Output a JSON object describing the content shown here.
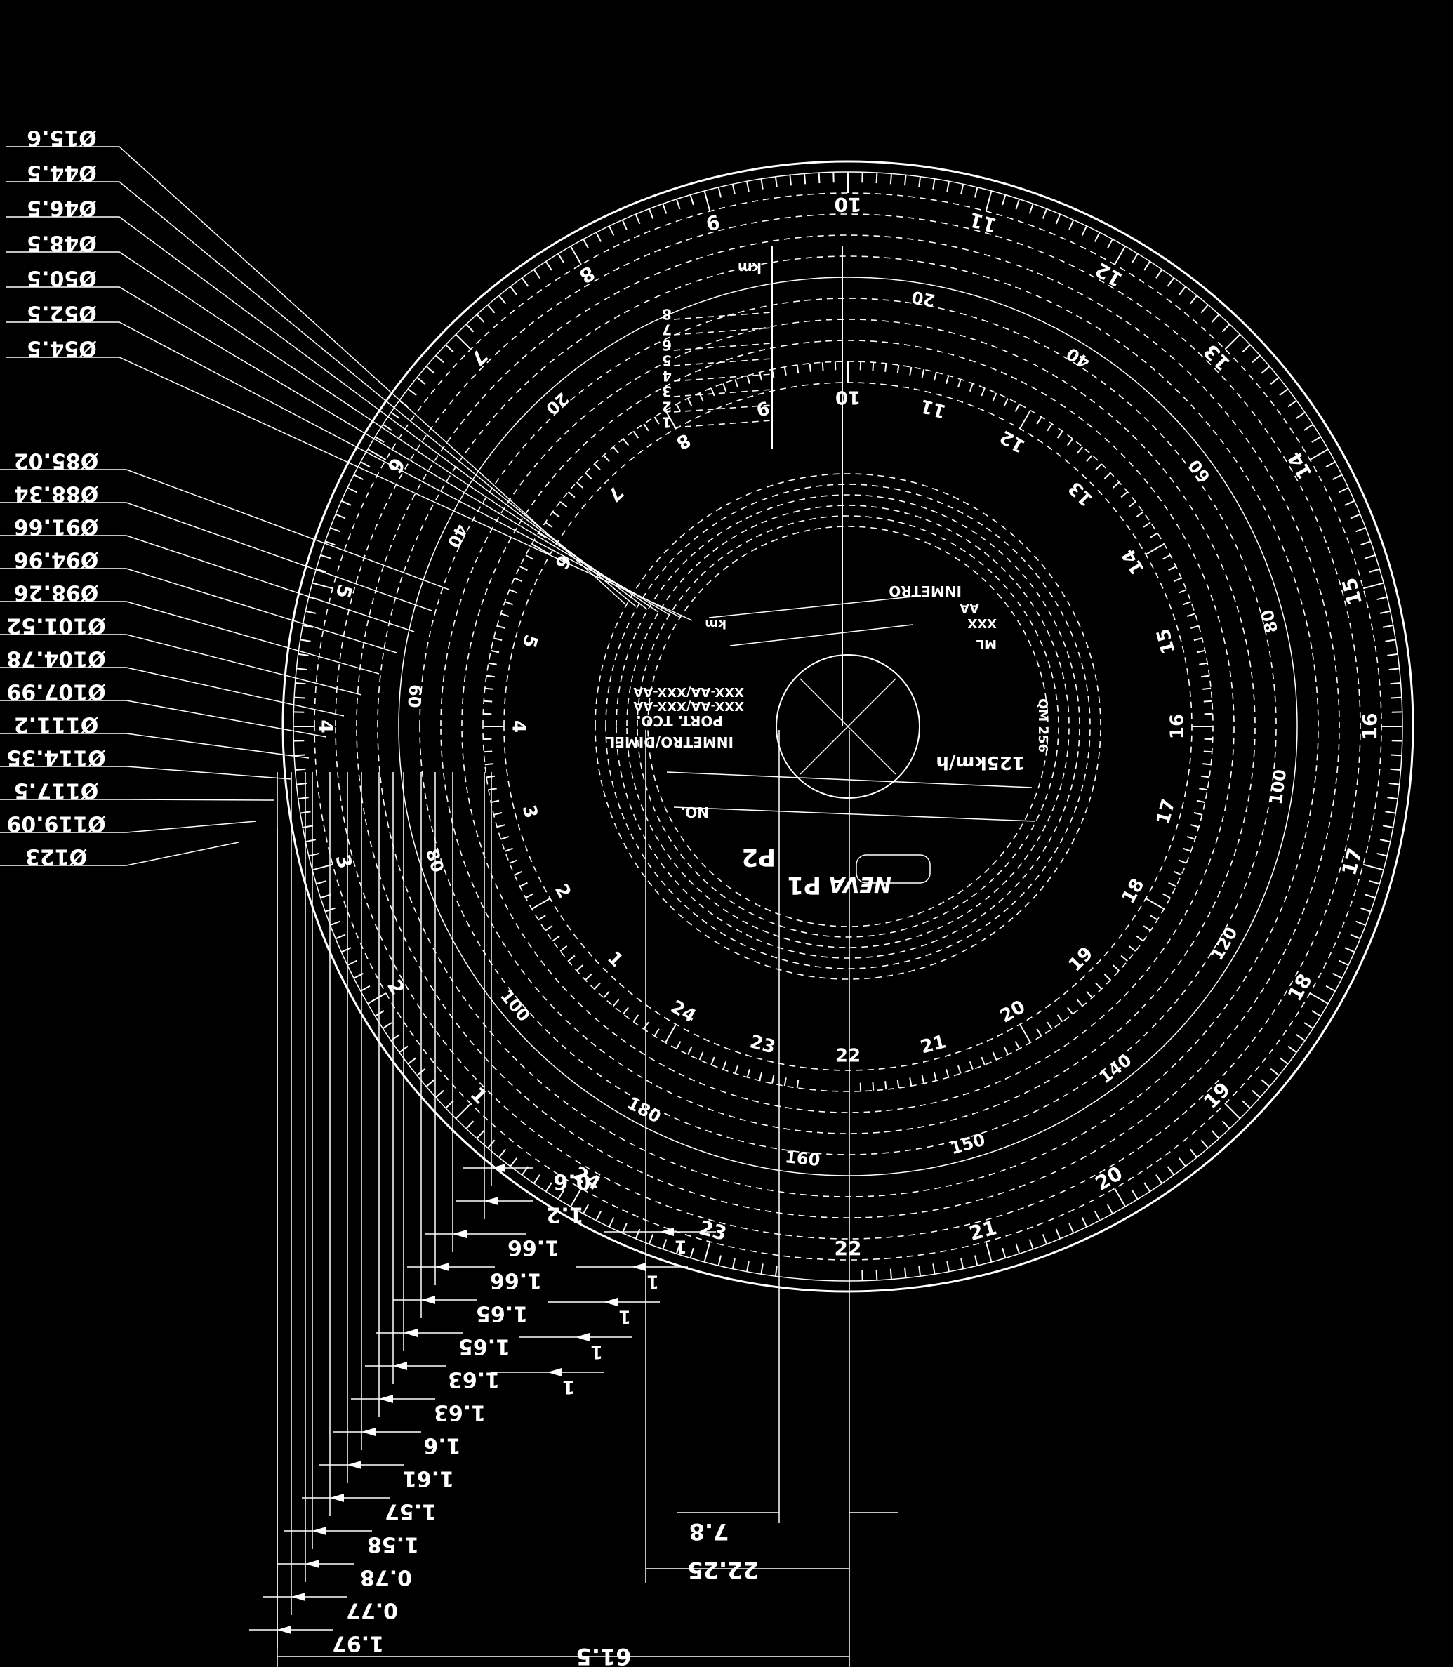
{
  "diameter_callouts": {
    "group1": [
      "Ø15.6",
      "Ø44.5",
      "Ø46.5",
      "Ø48.5",
      "Ø50.5",
      "Ø52.5",
      "Ø54.5"
    ],
    "group2": [
      "Ø85.02",
      "Ø88.34",
      "Ø91.66",
      "Ø94.96",
      "Ø98.26",
      "Ø101.52",
      "Ø104.78",
      "Ø107.99",
      "Ø111.2",
      "Ø114.35",
      "Ø117.5",
      "Ø119.09",
      "Ø123"
    ]
  },
  "dimensions": {
    "left_stack": [
      "0.6",
      "1.2",
      "1.66",
      "1.66",
      "1.65",
      "1.65",
      "1.63",
      "1.63",
      "1.6",
      "1.61",
      "1.57",
      "1.58",
      "0.78",
      "0.77",
      "1.97"
    ],
    "right_small": [
      "1",
      "1",
      "1",
      "1",
      "1"
    ],
    "right_stack": [
      "7.8",
      "22.25"
    ],
    "overall": "61.5"
  },
  "dial": {
    "hours_outer": [
      "10",
      "11",
      "12",
      "13",
      "14",
      "15",
      "16",
      "17",
      "18",
      "19",
      "20",
      "21",
      "22",
      "23",
      "24",
      "1",
      "2",
      "3",
      "4",
      "5",
      "6",
      "7",
      "8",
      "9"
    ],
    "hours_inner": [
      "10",
      "11",
      "12",
      "13",
      "14",
      "15",
      "16",
      "17",
      "18",
      "19",
      "20",
      "21",
      "22",
      "23",
      "24",
      "1",
      "2",
      "3",
      "4",
      "5",
      "6",
      "7",
      "8",
      "9"
    ],
    "speed_labels": [
      "20",
      "40",
      "60",
      "80",
      "100",
      "120",
      "140",
      "150",
      "160",
      "180",
      "100",
      "80",
      "60",
      "40",
      "20"
    ],
    "speed_unit": "km/h",
    "km_unit": "km",
    "odometer_digits": [
      "1",
      "2",
      "3",
      "4",
      "5",
      "6",
      "7",
      "8"
    ],
    "center": {
      "brand": "NEVA",
      "speed_rating": "125km/h",
      "mark1": "P1",
      "mark2": "P2",
      "no_label": "NO.",
      "portaria": "PORT.    TCO.",
      "certification": "INMETRO/DIMEL",
      "code1": "XXX-AA/XXX-AA",
      "code2": "XXX-AA/XXX-AA",
      "right_lines": [
        "INMETRO",
        "AA",
        "XXX",
        "ML"
      ],
      "side_code": "QM 256",
      "km_small": "km"
    }
  },
  "colors": {
    "background": "#000000",
    "ink": "#ffffff"
  }
}
